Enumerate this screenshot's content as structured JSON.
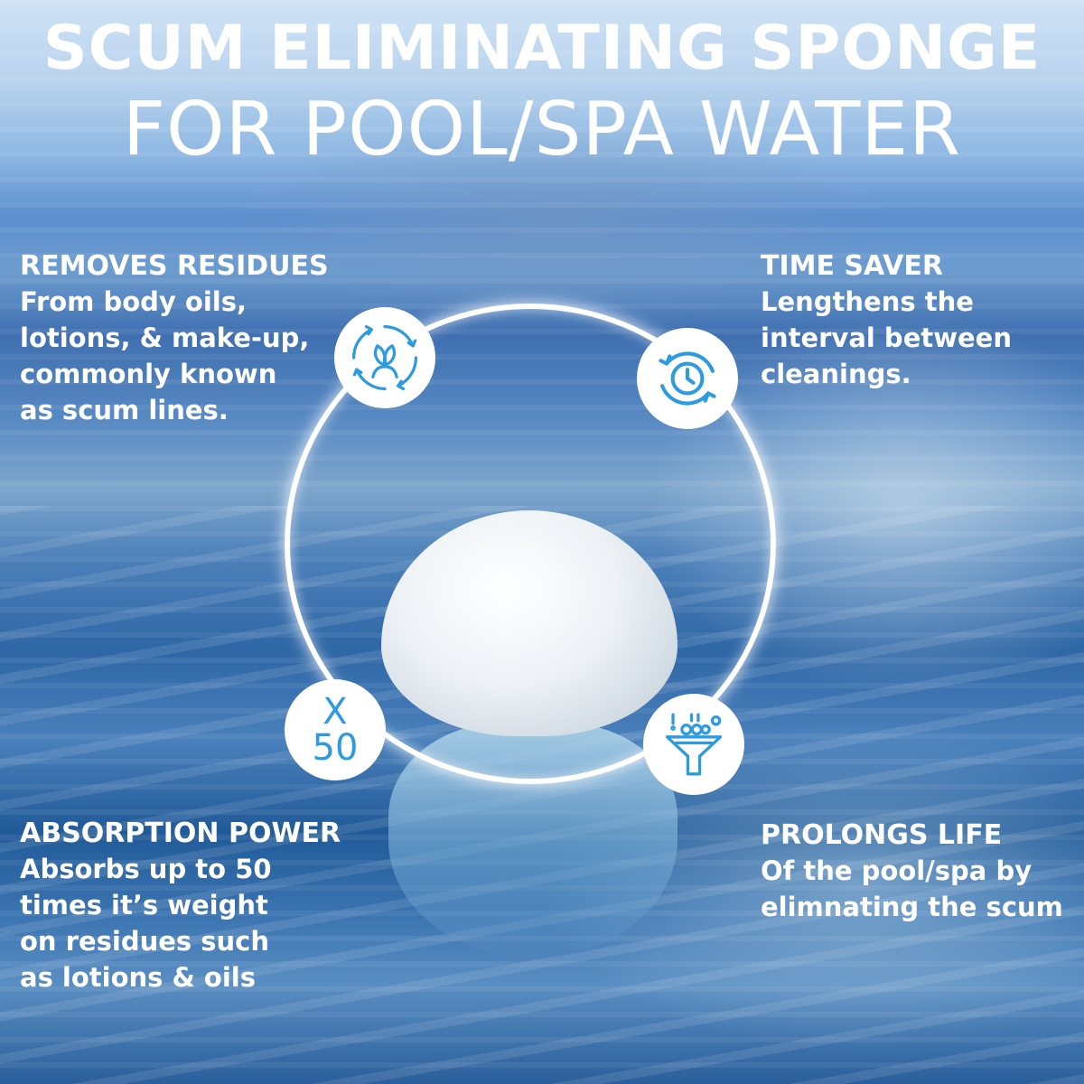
{
  "title": {
    "line1": "SCUM ELIMINATING SPONGE",
    "line2": "FOR POOL/SPA WATER"
  },
  "features": {
    "top_left": {
      "heading": "REMOVES RESIDUES",
      "body": "From body oils, lotions, & make-up, commonly known as scum lines.",
      "icon": "recycle-leaf-icon"
    },
    "top_right": {
      "heading": "TIME SAVER",
      "body": "Lengthens the interval between cleanings.",
      "icon": "clock-refresh-icon"
    },
    "bottom_left": {
      "heading": "ABSORPTION POWER",
      "body": "Absorbs up to 50 times it’s weight on residues such as lotions & oils",
      "badge_line1": "X",
      "badge_line2": "50"
    },
    "bottom_right": {
      "heading": "PROLONGS LIFE",
      "body": "Of the pool/spa by elimnating the scum",
      "icon": "filter-funnel-icon"
    }
  },
  "colors": {
    "icon_blue": "#2d9be0",
    "text": "#ffffff",
    "ring": "#ffffff"
  }
}
